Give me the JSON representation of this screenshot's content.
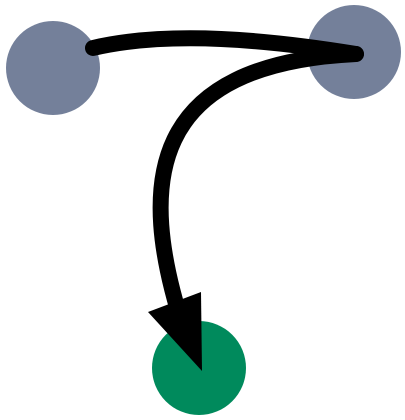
{
  "diagram": {
    "nodes": [
      {
        "id": "left-node",
        "color": "#74809a"
      },
      {
        "id": "right-node",
        "color": "#74809a"
      },
      {
        "id": "target-node",
        "color": "#008a5c"
      }
    ],
    "edges": [
      {
        "from": "left-node",
        "to": "right-node",
        "arrow": false
      },
      {
        "from": "right-node",
        "to": "target-node",
        "arrow": true
      }
    ],
    "edge_color": "#000000"
  }
}
